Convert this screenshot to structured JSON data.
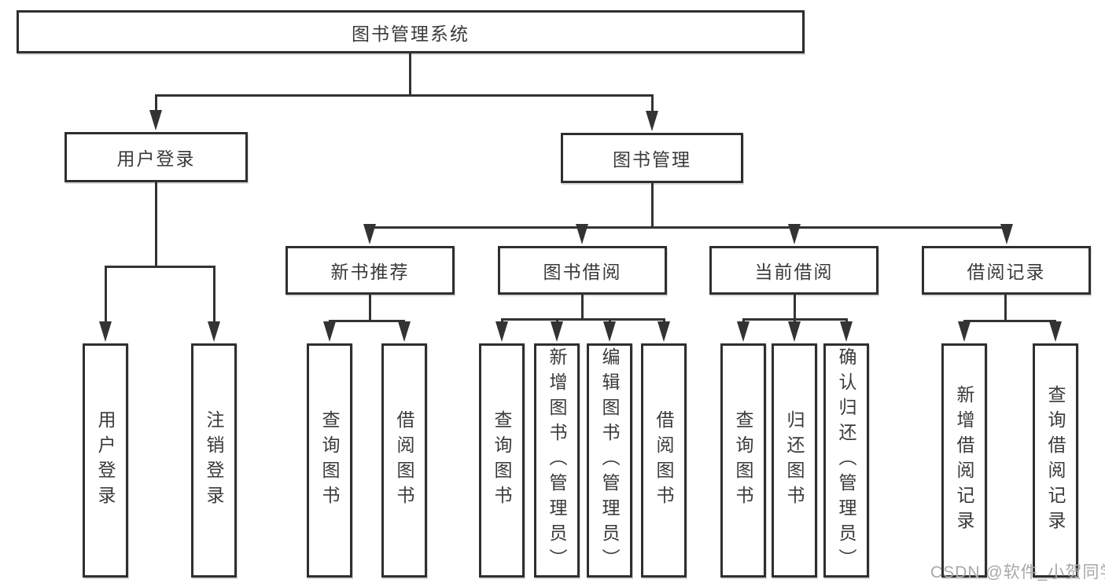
{
  "root": {
    "label": "图书管理系统"
  },
  "branches": [
    {
      "label": "用户登录",
      "children": [
        {
          "label": "用户登录"
        },
        {
          "label": "注销登录"
        }
      ]
    },
    {
      "label": "图书管理",
      "children": [
        {
          "label": "新书推荐",
          "children": [
            {
              "label": "查询图书"
            },
            {
              "label": "借阅图书"
            }
          ]
        },
        {
          "label": "图书借阅",
          "children": [
            {
              "label": "查询图书"
            },
            {
              "label": "新增图书（管理员）"
            },
            {
              "label": "编辑图书（管理员）"
            },
            {
              "label": "借阅图书"
            }
          ]
        },
        {
          "label": "当前借阅",
          "children": [
            {
              "label": "查询图书"
            },
            {
              "label": "归还图书"
            },
            {
              "label": "确认归还（管理员）"
            }
          ]
        },
        {
          "label": "借阅记录",
          "children": [
            {
              "label": "新增借阅记录"
            },
            {
              "label": "查询借阅记录"
            }
          ]
        }
      ]
    }
  ],
  "watermark": {
    "text": "CSDN @软件_小贺同学"
  },
  "colors": {
    "line": "#333333",
    "box_border": "#2f2f2f",
    "box_fill": "#ffffff",
    "text": "#3a3a3a",
    "watermark": "#a8a8a8",
    "background": "#ffffff"
  }
}
